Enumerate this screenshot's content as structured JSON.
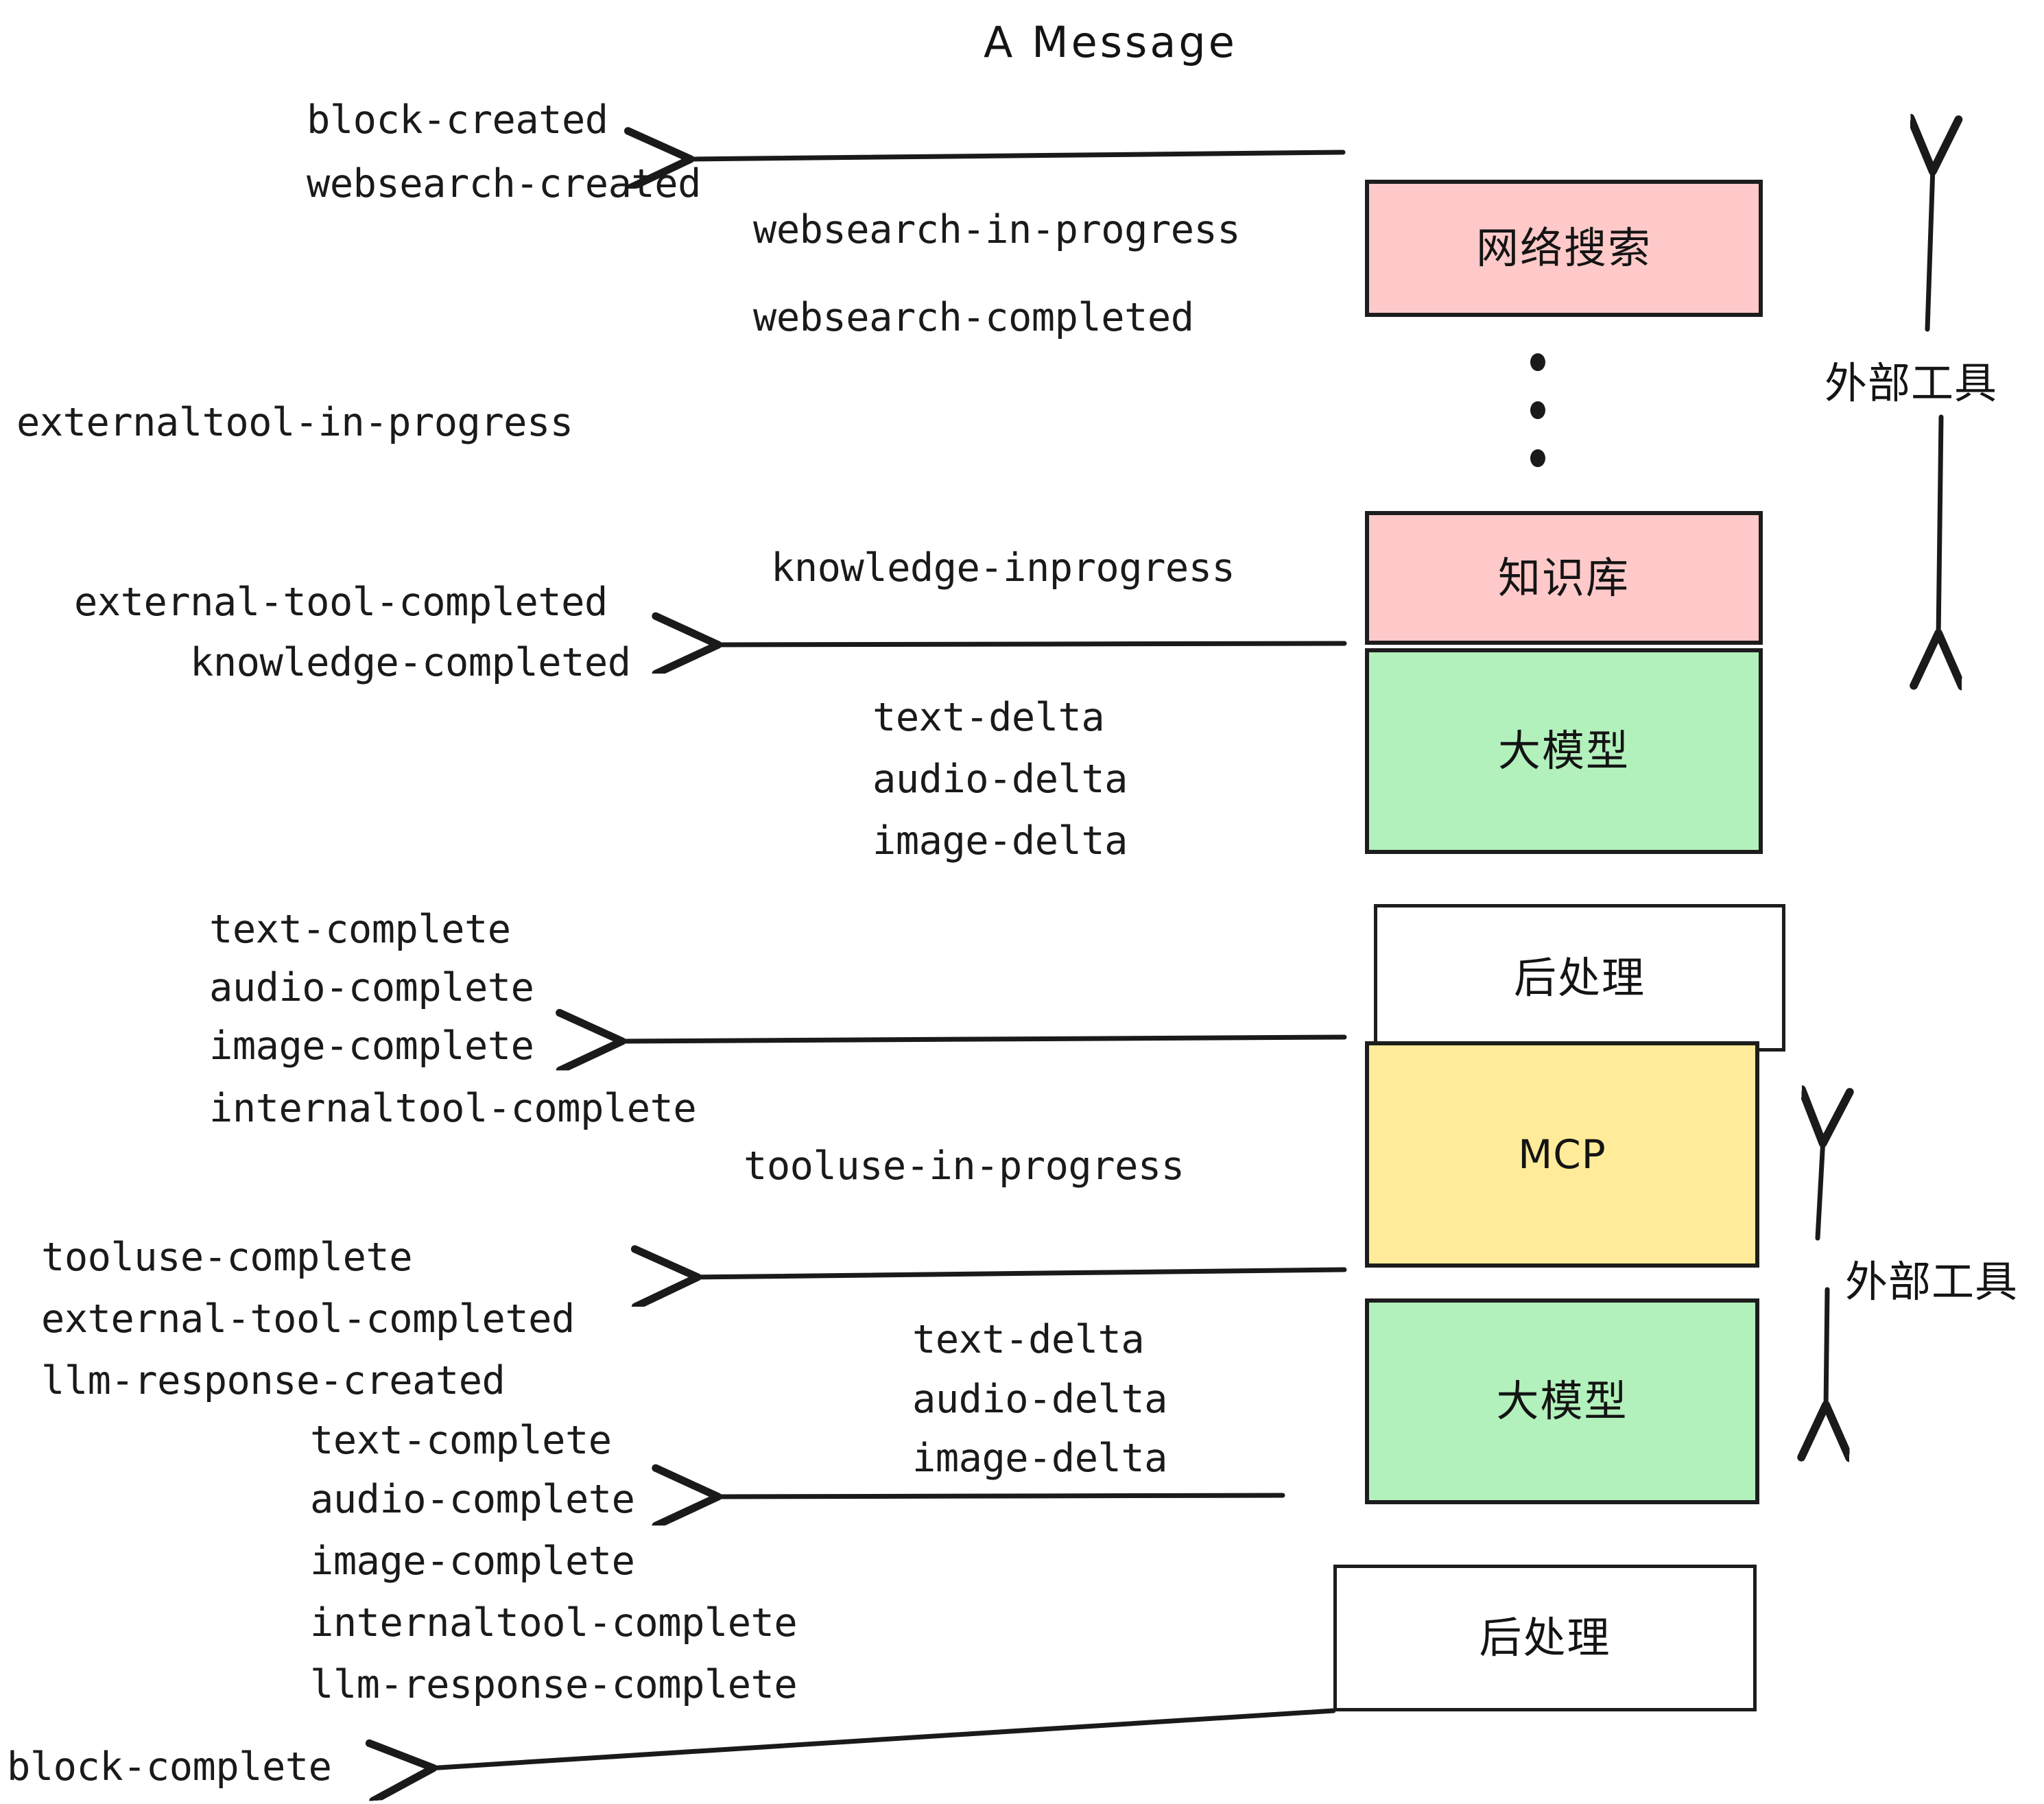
{
  "diagram": {
    "title": "A Message",
    "colors": {
      "external_tool_fill": "#FFC9C9",
      "llm_fill": "#B2F0BC",
      "mcp_fill": "#FFEB99",
      "postprocess_fill": "#FFFFFF",
      "stroke": "#1D1D1D",
      "text": "#1A1A1A",
      "background": "#FFFFFF"
    },
    "nodes": [
      {
        "id": "websearch",
        "label": "网络搜索",
        "kind": "external-tool"
      },
      {
        "id": "knowledge",
        "label": "知识库",
        "kind": "external-tool"
      },
      {
        "id": "llm-1",
        "label": "大模型",
        "kind": "llm"
      },
      {
        "id": "postprocess-1",
        "label": "后处理",
        "kind": "postprocess"
      },
      {
        "id": "mcp",
        "label": "MCP",
        "kind": "mcp"
      },
      {
        "id": "llm-2",
        "label": "大模型",
        "kind": "llm"
      },
      {
        "id": "postprocess-2",
        "label": "后处理",
        "kind": "postprocess"
      }
    ],
    "side_labels": [
      {
        "id": "external-tools-top",
        "label": "外部工具"
      },
      {
        "id": "external-tools-bottom",
        "label": "外部工具"
      }
    ],
    "ellipsis": "⋮",
    "events": [
      {
        "id": "block-created",
        "label": "block-created"
      },
      {
        "id": "websearch-created",
        "label": "websearch-created"
      },
      {
        "id": "websearch-in-progress",
        "label": "websearch-in-progress"
      },
      {
        "id": "websearch-completed",
        "label": "websearch-completed"
      },
      {
        "id": "externaltool-in-progress",
        "label": "externaltool-in-progress"
      },
      {
        "id": "knowledge-inprogress",
        "label": "knowledge-inprogress"
      },
      {
        "id": "external-tool-completed-1",
        "label": "external-tool-completed"
      },
      {
        "id": "knowledge-completed",
        "label": "knowledge-completed"
      },
      {
        "id": "text-delta-1",
        "label": "text-delta"
      },
      {
        "id": "audio-delta-1",
        "label": "audio-delta"
      },
      {
        "id": "image-delta-1",
        "label": "image-delta"
      },
      {
        "id": "text-complete-1",
        "label": "text-complete"
      },
      {
        "id": "audio-complete-1",
        "label": "audio-complete"
      },
      {
        "id": "image-complete-1",
        "label": "image-complete"
      },
      {
        "id": "internaltool-complete-1",
        "label": "internaltool-complete"
      },
      {
        "id": "tooluse-in-progress",
        "label": "tooluse-in-progress"
      },
      {
        "id": "tooluse-complete",
        "label": "tooluse-complete"
      },
      {
        "id": "external-tool-completed-2",
        "label": "external-tool-completed"
      },
      {
        "id": "llm-response-created",
        "label": "llm-response-created"
      },
      {
        "id": "text-delta-2",
        "label": "text-delta"
      },
      {
        "id": "audio-delta-2",
        "label": "audio-delta"
      },
      {
        "id": "image-delta-2",
        "label": "image-delta"
      },
      {
        "id": "text-complete-2",
        "label": "text-complete"
      },
      {
        "id": "audio-complete-2",
        "label": "audio-complete"
      },
      {
        "id": "image-complete-2",
        "label": "image-complete"
      },
      {
        "id": "internaltool-complete-2",
        "label": "internaltool-complete"
      },
      {
        "id": "llm-response-complete",
        "label": "llm-response-complete"
      },
      {
        "id": "block-complete",
        "label": "block-complete"
      }
    ]
  }
}
